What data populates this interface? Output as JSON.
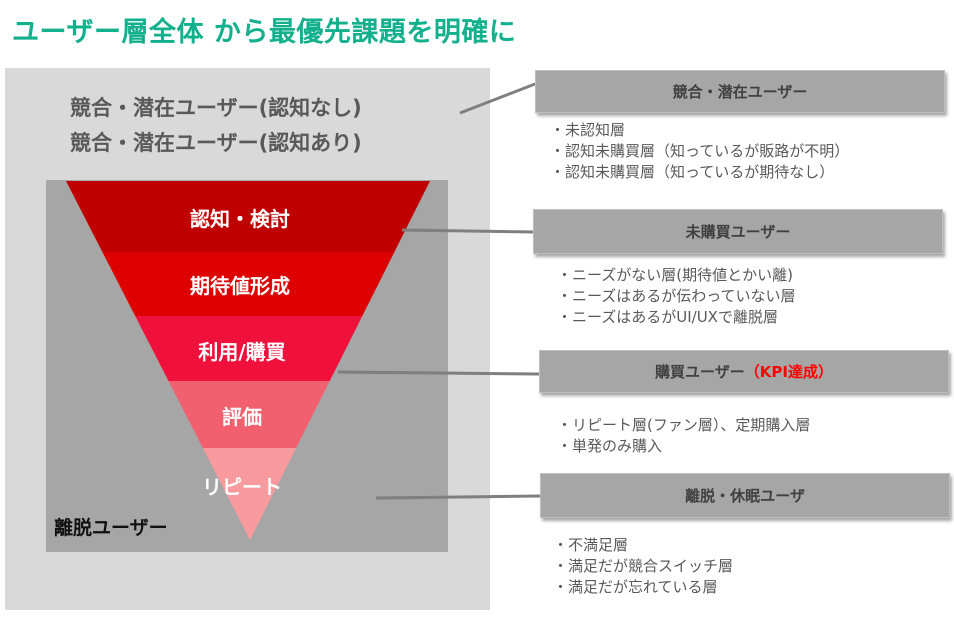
{
  "title": "ユーザー層全体 から最優先課題を明確に",
  "latent_labels": [
    "競合・潜在ユーザー(認知なし)",
    "競合・潜在ユーザー(認知あり)"
  ],
  "churn_label": "離脱ユーザー",
  "funnel": [
    {
      "label": "認知・検討",
      "color": "#c00000"
    },
    {
      "label": "期待値形成",
      "color": "#de0000"
    },
    {
      "label": "利用/購買",
      "color": "#f0103c"
    },
    {
      "label": "評価",
      "color": "#f26070"
    },
    {
      "label": "リピート",
      "color": "#f99a9f"
    }
  ],
  "segments": [
    {
      "title": "競合・潜在ユーザー",
      "items": [
        "・未認知層",
        "・認知未購買層（知っているが販路が不明）",
        "・認知未購買層（知っているが期待なし）"
      ]
    },
    {
      "title": "未購買ユーザー",
      "items": [
        "・ニーズがない層(期待値とかい離)",
        "・ニーズはあるが伝わっていない層",
        "・ニーズはあるがUI/UXで離脱層"
      ]
    },
    {
      "title": "購買ユーザー",
      "title_highlight": "（KPI達成）",
      "items": [
        "・リピート層(ファン層）、定期購入層",
        "・単発のみ購入"
      ]
    },
    {
      "title": "離脱・休眠ユーザ",
      "items": [
        "・不満足層",
        "・満足だが競合スイッチ層",
        "・満足だが忘れている層"
      ]
    }
  ],
  "colors": {
    "title": "#12b08c",
    "highlight": "#ff0000"
  }
}
